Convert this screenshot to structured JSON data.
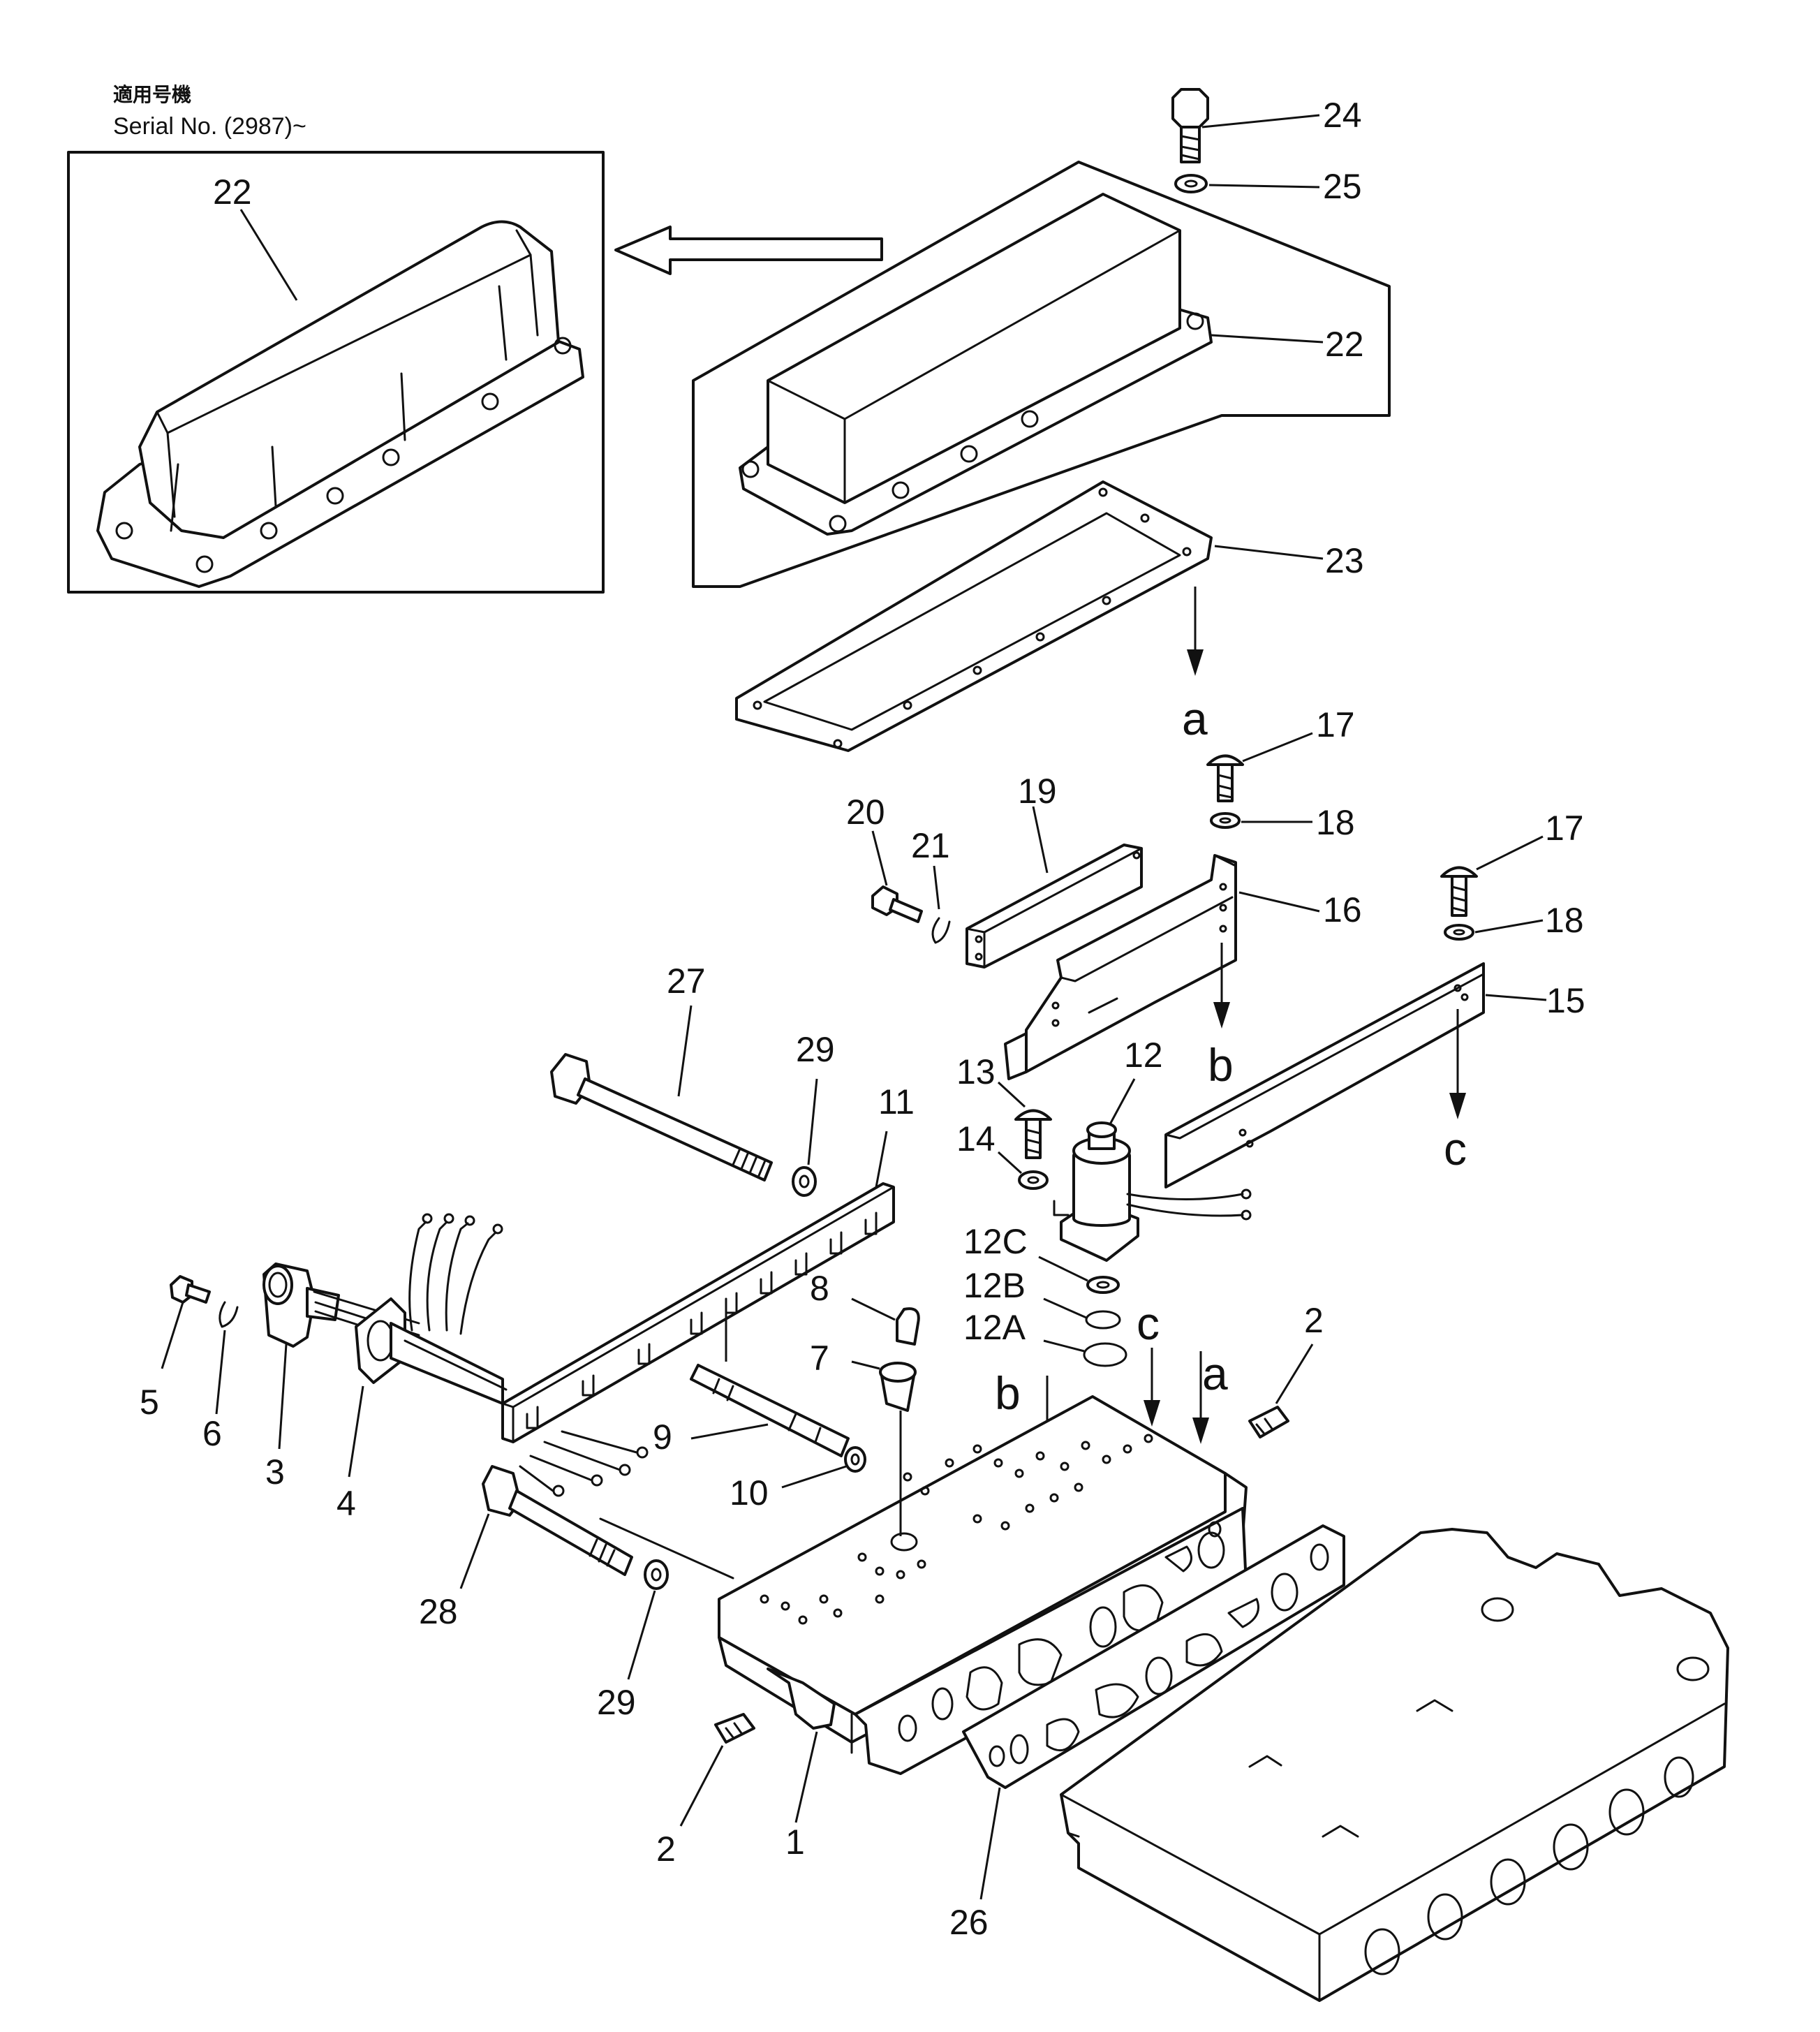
{
  "header": {
    "applicable_models_jp": "適用号機",
    "serial_label": "Serial No. (2987)~"
  },
  "callouts": {
    "c1": "1",
    "c2a": "2",
    "c2b": "2",
    "c3": "3",
    "c4": "4",
    "c5": "5",
    "c6": "6",
    "c7": "7",
    "c8": "8",
    "c9": "9",
    "c10": "10",
    "c11": "11",
    "c12": "12",
    "c12a": "12A",
    "c12b": "12B",
    "c12c": "12C",
    "c13": "13",
    "c14": "14",
    "c15": "15",
    "c16": "16",
    "c17a": "17",
    "c17b": "17",
    "c18a": "18",
    "c18b": "18",
    "c19": "19",
    "c20": "20",
    "c21": "21",
    "c22a": "22",
    "c22b": "22",
    "c23": "23",
    "c24": "24",
    "c25": "25",
    "c26": "26",
    "c27": "27",
    "c28": "28",
    "c29a": "29",
    "c29b": "29"
  },
  "connection_letters": {
    "a_top": "a",
    "a_bottom": "a",
    "b_top": "b",
    "b_bottom": "b",
    "c_top": "c",
    "c_bottom": "c"
  }
}
